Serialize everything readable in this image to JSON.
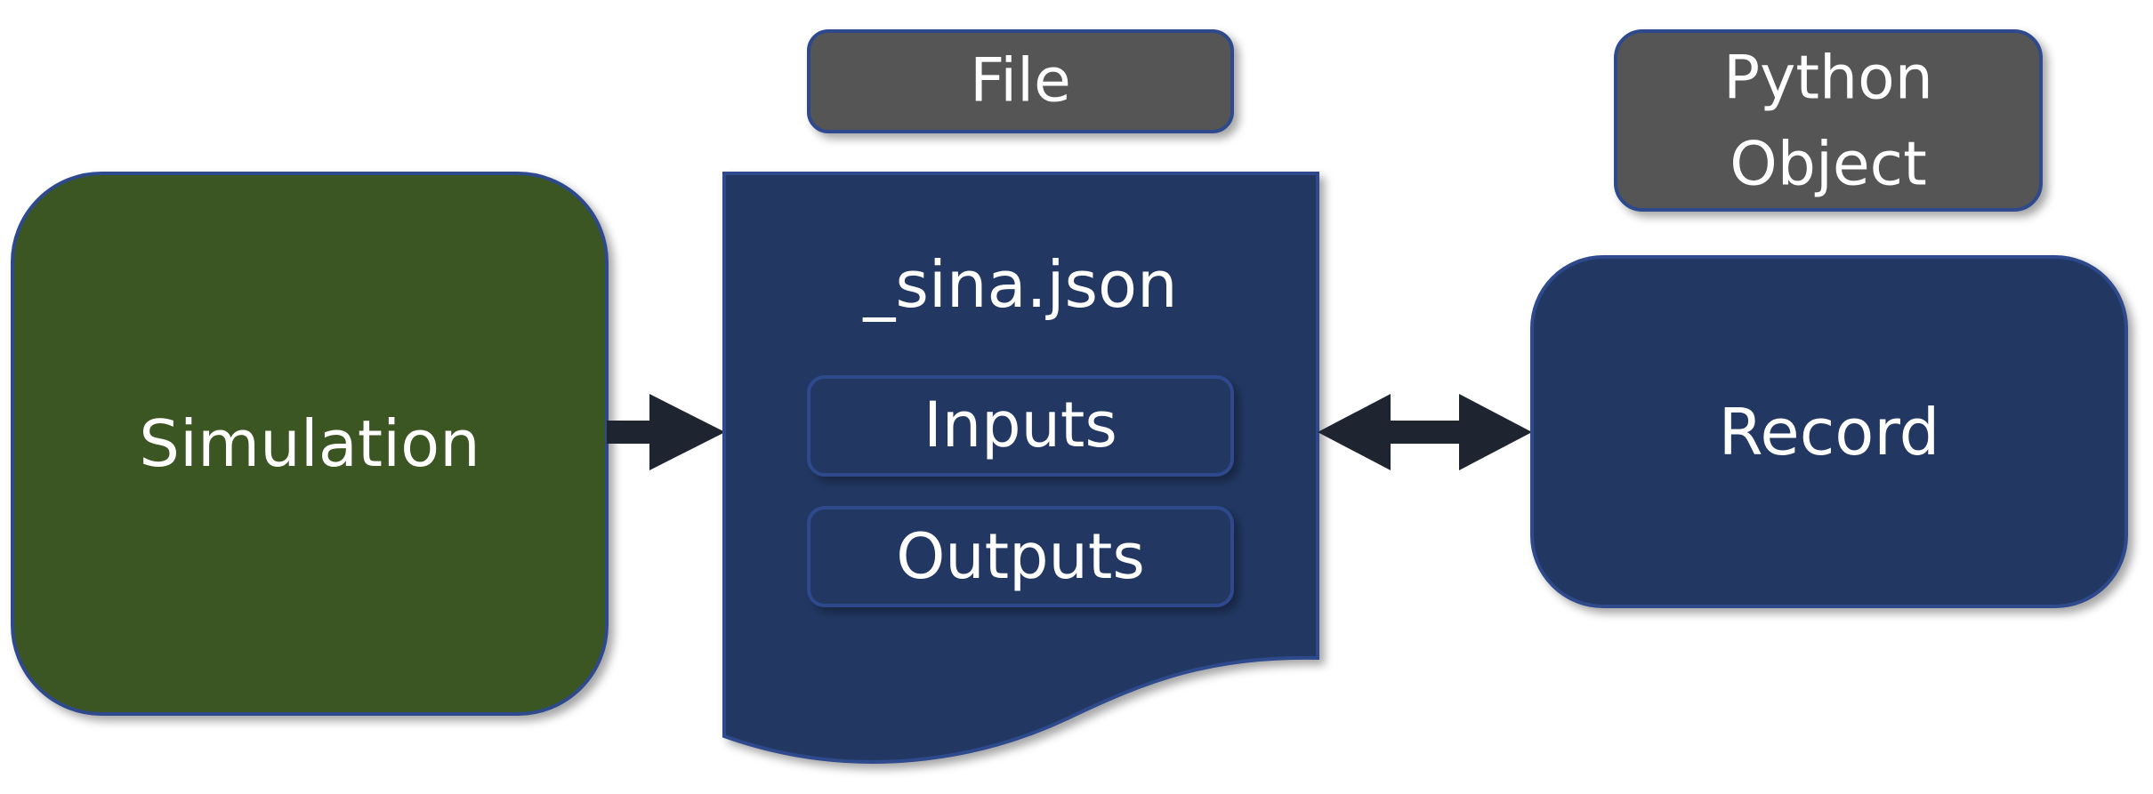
{
  "colors": {
    "simulation_fill": "#3A5724",
    "document_fill": "#203864",
    "label_fill": "#545454",
    "border": "#2F4A8C",
    "arrow": "#1F2530",
    "text": "#FFFFFF"
  },
  "simulation": {
    "label": "Simulation"
  },
  "file_tag": {
    "label": "File"
  },
  "document": {
    "filename": "_sina.json",
    "sections": [
      {
        "label": "Inputs"
      },
      {
        "label": "Outputs"
      }
    ]
  },
  "python_tag": {
    "line1": "Python",
    "line2": "Object"
  },
  "record": {
    "label": "Record"
  },
  "arrows": [
    {
      "from": "simulation",
      "to": "document",
      "direction": "one-way"
    },
    {
      "from": "document",
      "to": "record",
      "direction": "two-way"
    }
  ]
}
